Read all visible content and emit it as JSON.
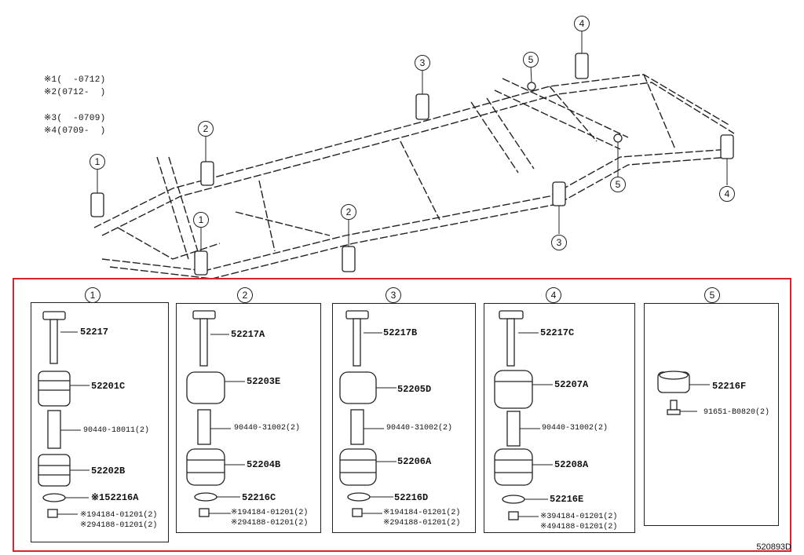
{
  "legend": [
    "※1(  -0712)",
    "※2(0712-  )",
    "※3(  -0709)",
    "※4(0709-  )"
  ],
  "callouts": [
    "1",
    "2",
    "3",
    "4",
    "5"
  ],
  "groups": [
    {
      "badge": "1",
      "labels": [
        "52217",
        "52201C",
        "90440-18011(2)",
        "52202B",
        "※152216A",
        "※194184-01201(2)",
        "※294188-01201(2)"
      ]
    },
    {
      "badge": "2",
      "labels": [
        "52217A",
        "52203E",
        "90440-31002(2)",
        "52204B",
        "52216C",
        "※194184-01201(2)",
        "※294188-01201(2)"
      ]
    },
    {
      "badge": "3",
      "labels": [
        "52217B",
        "52205D",
        "90440-31002(2)",
        "52206A",
        "52216D",
        "※194184-01201(2)",
        "※294188-01201(2)"
      ]
    },
    {
      "badge": "4",
      "labels": [
        "52217C",
        "52207A",
        "90440-31002(2)",
        "52208A",
        "52216E",
        "※394184-01201(2)",
        "※494188-01201(2)"
      ]
    },
    {
      "badge": "5",
      "labels": [
        "52216F",
        "91651-B0820(2)"
      ]
    }
  ],
  "diagram_code": "520893D",
  "colors": {
    "highlight": "#d8232f",
    "line": "#222222"
  }
}
